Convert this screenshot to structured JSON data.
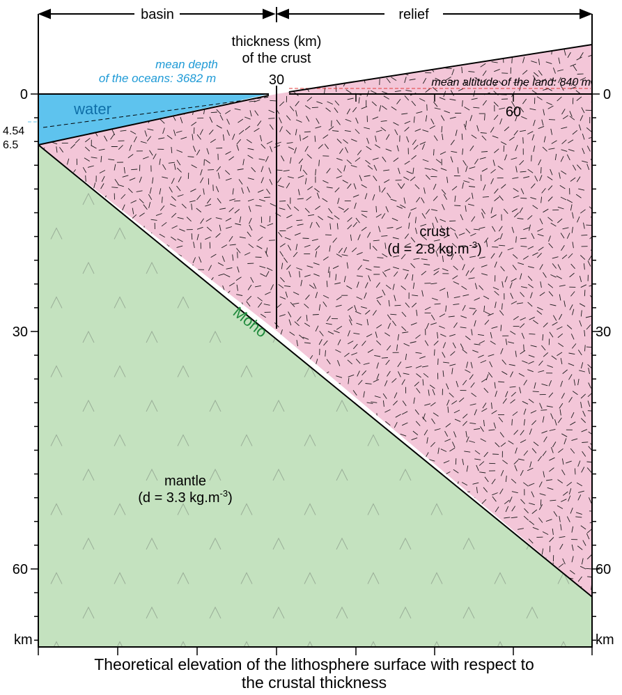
{
  "top_labels": {
    "basin": "basin",
    "relief": "relief",
    "thickness_line1": "thickness (km)",
    "thickness_line2": "of the crust",
    "thickness_tick_30": "30",
    "thickness_tick_60": "60"
  },
  "annotations": {
    "mean_depth_line1": "mean depth",
    "mean_depth_line2": "of the oceans: 3682 m",
    "mean_altitude": "mean altitude of the land: 840 m"
  },
  "layers": {
    "water": "water",
    "crust_line1": "crust",
    "crust_line2_prefix": "(d = 2.8 kg.m",
    "crust_exp": "-3",
    "crust_close": ")",
    "mantle_line1": "mantle",
    "mantle_line2_prefix": "(d = 3.3 kg.m",
    "mantle_exp": "-3",
    "mantle_close": ")",
    "moho": "Moho"
  },
  "left_axis": {
    "ticks": [
      "0",
      "4.54",
      "6.5",
      "30",
      "60"
    ],
    "unit": "km"
  },
  "right_axis": {
    "ticks": [
      "0",
      "30",
      "60"
    ],
    "unit": "km"
  },
  "caption": {
    "line1": "Theoretical elevation of the lithosphere surface with respect to",
    "line2": "the crustal thickness"
  },
  "colors": {
    "water": "#5ec3ee",
    "crust": "#f3c6d8",
    "mantle": "#c4e2bf",
    "annotation_blue": "#1e9ad6",
    "moho_green": "#1f8a3c",
    "red_line": "#e0393a"
  }
}
